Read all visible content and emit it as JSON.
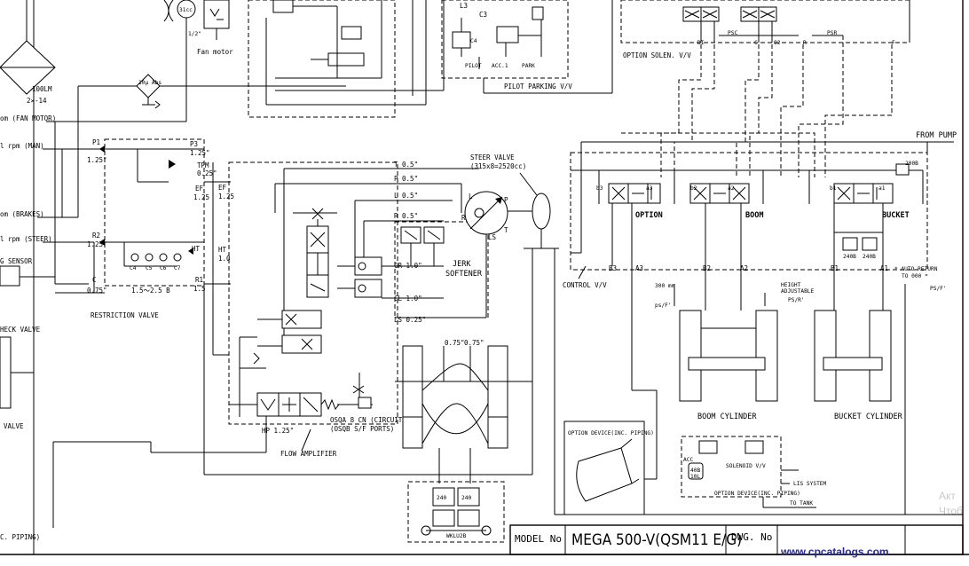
{
  "labels": {
    "fan_motor": "Fan motor",
    "cc31": "31cc",
    "half_inch": "1/2\"",
    "filter_100lm": "100LM",
    "filter_2x14": "2⨯-14",
    "filter_10abs": "10µ Abs",
    "rpm_fan_motor": "om (FAN MOTOR)",
    "rpm_man": "l rpm (MAN)",
    "rpm_brakes": "om (BRAKES)",
    "rpm_steer": "l rpm (STEER)",
    "g_sensor": "G SENSOR",
    "heck_valve": "HECK VALVE",
    "valve_left": "VALVE",
    "piping_left": "C. PIPING)",
    "pilot_parking": "PILOT PARKING V/V",
    "pilot": "PILOT",
    "acc1": "ACC.1",
    "park": "PARK",
    "c3": "C3",
    "l3": "L3",
    "c4": "C4",
    "option_solen": "OPTION SOLEN. V/V",
    "di": "DI",
    "psc": "PSC",
    "c": "C",
    "o2": "O2",
    "r": "R",
    "psr": "PSR",
    "f": "F",
    "from_pump": "FROM PUMP",
    "p1": "P1",
    "p1_size": "1.25\"",
    "p3": "P3",
    "p3_size": "1.25\"",
    "tpm": "TPM",
    "tpm_size": "0.25\"",
    "ef": "EF",
    "ef_size": "1.25",
    "r2": "R2",
    "r2_size": "1.25\"",
    "c_port": "C",
    "c_size": "0.75\"",
    "r1": "R1",
    "r1_size": "1.5",
    "c4b": "C4",
    "c5": "C5",
    "c6": "C6",
    "c7": "C7",
    "ht_left": "HT",
    "range": "1.5～2.5 B",
    "restriction_valve": "RESTRICTION VALVE",
    "ef2": "EF",
    "ef2_size": "1.25",
    "ht": "HT",
    "ht_size": "1.0",
    "t_port": "T 0.5\"",
    "p_port": "P 0.5\"",
    "l_port": "L 0.5\"",
    "r_port": "R 0.5\"",
    "cr": "CR 1.0\"",
    "cl": "CL 1.0\"",
    "ls": "LS 0.25\"",
    "steer_valve": "STEER VALVE",
    "steer_cc": "(315x8=2520cc)",
    "sv_l": "L",
    "sv_r": "R",
    "sv_p": "P",
    "sv_t": "T",
    "sv_ls": "LS",
    "jerk_softener": "JERK",
    "jerk_softener2": "SOFTENER",
    "hp": "HP 1.25\"",
    "osqa": "OSQA 8 CN (CIRCUIT)",
    "osqb": "(OSQB S/F PORTS)",
    "flow_amplifier": "FLOW AMPLIFIER",
    "cyl_075a": "0.75\"",
    "cyl_075b": "0.75\"",
    "b3": "b3",
    "a3": "a3",
    "option": "OPTION",
    "b2": "b2",
    "a2": "a2",
    "boom": "BOOM",
    "b1": "b1",
    "a1": "a1",
    "bucket": "BUCKET",
    "b200b": "200B",
    "control_vv": "CONTROL V/V",
    "B3": "B3",
    "A3": "A3",
    "B2": "B2",
    "A2": "A2",
    "B1": "B1",
    "A1": "A1",
    "b240a": "240B",
    "b240b": "240B",
    "auto_return": "* AUTO RETURN",
    "to_000": "TO 000 *",
    "ps_f_right": "PS/F'",
    "mm300": "300 mm",
    "ps_f": "ps/F'",
    "height": "HEIGHT",
    "adjustable": "ADJUSTABLE",
    "ps_r": "PS/R'",
    "boom_cylinder": "BOOM CYLINDER",
    "bucket_cylinder": "BUCKET CYLINDER",
    "option_device": "OPTION DEVICE(INC. PIPING)",
    "acc": "ACC",
    "acc_40b": "40B",
    "acc_10l": "10L",
    "solenoid_vv": "SOLENOID V/V",
    "option_device_small": "OPTION DEVICE(INC. PIPING)",
    "lis_system": "LIS SYSTEM",
    "to_tank": "TO TANK",
    "cl240a": "240",
    "cl240b": "240",
    "wklu": "WKLU2B"
  },
  "title_block": {
    "model_label": "MODEL No",
    "model_value": "MEGA 500-V(QSM11 E/G)",
    "dwg_label": "DWG. No"
  },
  "watermark": {
    "site": "www.cpcatalogs.com",
    "partial_a": "Акт",
    "partial_b": "Чтоб"
  }
}
